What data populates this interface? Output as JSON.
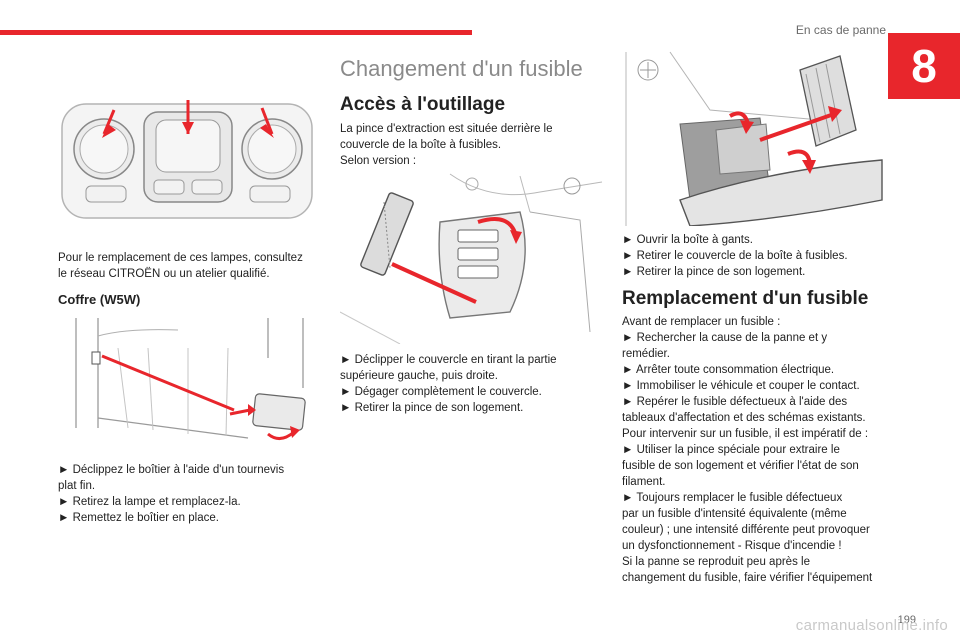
{
  "header": {
    "section_title": "En cas de panne",
    "chapter_number": "8"
  },
  "col1": {
    "intro_line1": "Pour le remplacement de ces lampes, consultez",
    "intro_line2": "le réseau CITROËN ou un atelier qualifié.",
    "coffre_heading": "Coffre (W5W)",
    "steps": [
      "► Déclippez le boîtier à l'aide d'un tournevis",
      "plat fin.",
      "► Retirez la lampe et remplacez-la.",
      "► Remettez le boîtier en place."
    ]
  },
  "col2": {
    "section_heading": "Changement d'un fusible",
    "access_heading": "Accès à l'outillage",
    "access_lines": [
      "La pince d'extraction est située derrière le",
      "couvercle de la boîte à fusibles.",
      "Selon version :"
    ],
    "steps": [
      "► Déclipper le couvercle en tirant la partie",
      "supérieure gauche, puis droite.",
      "► Dégager complètement le couvercle.",
      "► Retirer la pince de son logement."
    ]
  },
  "col3": {
    "steps_top": [
      "► Ouvrir la boîte à gants.",
      "► Retirer le couvercle de la boîte à fusibles.",
      "► Retirer la pince de son logement."
    ],
    "replace_heading": "Remplacement d'un fusible",
    "replace_lines": [
      "Avant de remplacer un fusible :",
      "► Rechercher la cause de la panne et y",
      "remédier.",
      "► Arrêter toute consommation électrique.",
      "► Immobiliser le véhicule et couper le contact.",
      "► Repérer le fusible défectueux à l'aide des",
      "tableaux d'affectation et des schémas existants.",
      "Pour intervenir sur un fusible, il est impératif de :",
      "► Utiliser la pince spéciale pour extraire le",
      "fusible de son logement et vérifier l'état de son",
      "filament.",
      "► Toujours remplacer le fusible défectueux",
      "par un fusible d'intensité équivalente (même",
      "couleur) ; une intensité différente peut provoquer",
      "un dysfonctionnement - Risque d'incendie !",
      "Si la panne se reproduit peu après le",
      "changement du fusible, faire vérifier l'équipement"
    ]
  },
  "footer": {
    "page_number": "199",
    "watermark": "carmanualsonline.info"
  },
  "colors": {
    "accent_red": "#e8262c",
    "line_gray": "#b0b0b0"
  }
}
